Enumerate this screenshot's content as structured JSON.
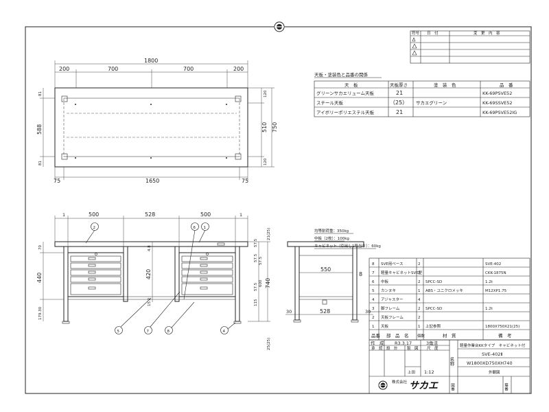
{
  "top_view": {
    "dims_top": [
      "1800",
      "200",
      "700",
      "700",
      "200"
    ],
    "dims_bottom": [
      "75",
      "1650",
      "75"
    ],
    "dims_left": [
      "81",
      "588",
      "81"
    ],
    "dims_right": [
      "120",
      "510",
      "750",
      "120"
    ]
  },
  "color_table": {
    "title": "天板・塗装色と品番の関係",
    "headers": [
      "天　板",
      "天板厚さ",
      "塗　装　色",
      "品　番"
    ],
    "rows": [
      [
        "グリーンサカエリューム天板",
        "21",
        "KK-69PSVE52"
      ],
      [
        "スチール天板",
        "（25）",
        "KK-69SSVE52"
      ],
      [
        "アイボリーポリエステル天板",
        "21",
        "KK-69PSVE52IG"
      ]
    ],
    "paint_color": "サカエグリーン"
  },
  "revision_table": {
    "headers": [
      "符号",
      "日　付",
      "変　更　内　容"
    ]
  },
  "front_view": {
    "dims_top": [
      "1",
      "500",
      "528",
      "500",
      "1"
    ],
    "dims_left": [
      "70",
      "440",
      "179.30"
    ],
    "dims_mid": [
      "4.8",
      "420",
      "15.2"
    ],
    "dims_right": [
      "57.5",
      "57.5",
      "57.5",
      "57.5",
      "115",
      "600",
      "740",
      "21(25)",
      "25(25)"
    ],
    "balloons": [
      "2",
      "6",
      "1",
      "5",
      "7",
      "8",
      "4"
    ]
  },
  "side_view": {
    "dims": [
      "550",
      "8",
      "30",
      "528",
      "30"
    ]
  },
  "notes": [
    "均等耐荷重：350kg",
    "中板（2枚）：100kg",
    "キャビネット（引出し1段当り）：60kg"
  ],
  "parts_list": {
    "rows": [
      [
        "8",
        "SVE用ベース",
        "2",
        "",
        "",
        "SVE-402"
      ],
      [
        "7",
        "軽量キャビネットSVE型",
        "2",
        "",
        "",
        "CKK-1875N"
      ],
      [
        "6",
        "中板",
        "2",
        "",
        "SPCC-SD",
        "1.2t"
      ],
      [
        "5",
        "カンヌキ",
        "1",
        "",
        "ABS・ユニクロメッキ",
        "M12XP1.75"
      ],
      [
        "4",
        "アジャスター",
        "4",
        "",
        "",
        ""
      ],
      [
        "3",
        "脚フレーム",
        "2",
        "",
        "SPCC-SD",
        "1.2t"
      ],
      [
        "2",
        "天板フレーム",
        "2",
        "",
        "",
        ""
      ],
      [
        "1",
        "天板",
        "1",
        "",
        "上記参照",
        "1800X750X21(25)"
      ]
    ],
    "header": [
      "品番",
      "部　品　名",
      "個数",
      "材　質",
      "備　考"
    ]
  },
  "title_block": {
    "made_label": "作　成",
    "date": "R3.3.17",
    "projection": "3角法",
    "role_labels": [
      "承　認",
      "設　計",
      "製　図",
      "尺　度"
    ],
    "scale_label": "上田",
    "scale": "1:12",
    "name_label": "名称",
    "product_name": "軽量作業台KKタイプ　キャビネット付",
    "model": "SVE-402Ⅱ",
    "size": "W1800XD750XH740",
    "drawing_type": "外観図",
    "company_small": "株式会社",
    "company": "サカエ",
    "drawing_no_label": "図番",
    "sheet_label": "葉番"
  }
}
